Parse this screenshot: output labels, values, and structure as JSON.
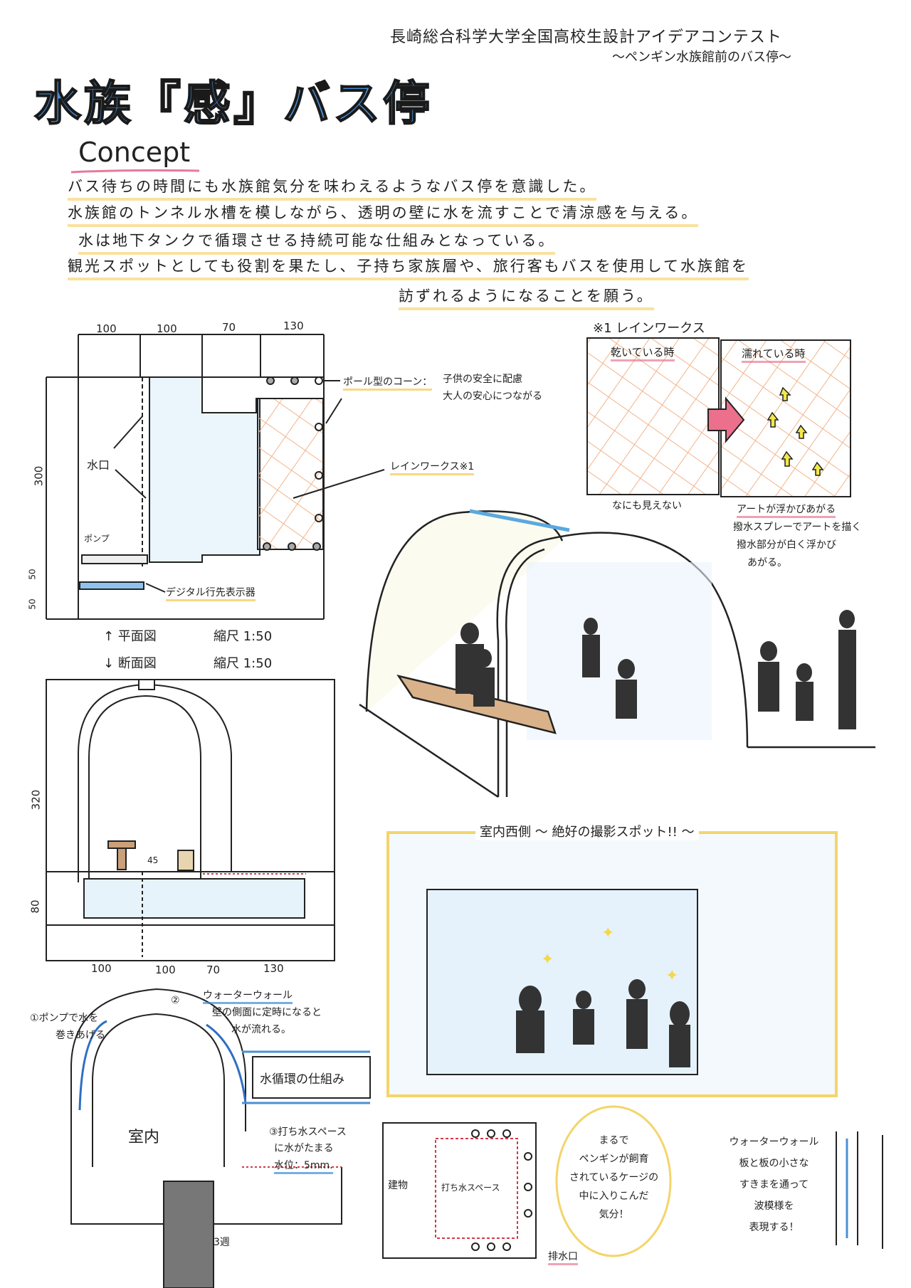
{
  "header": {
    "contest": "長崎総合科学大学全国高校生設計アイデアコンテスト",
    "subtitle": "〜ペンギン水族館前のバス停〜"
  },
  "title": "水族『感』バス停",
  "concept": {
    "heading": "Concept",
    "lines": [
      "バス待ちの時間にも水族館気分を味わえるようなバス停を意識した。",
      "水族館のトンネル水槽を模しながら、透明の壁に水を流すことで清涼感を与える。",
      "水は地下タンクで循環させる持続可能な仕組みとなっている。",
      "観光スポットとしても役割を果たし、子持ち家族層や、旅行客もバスを使用して水族館を",
      "訪ずれるようになることを願う。"
    ]
  },
  "plan": {
    "dims_top": [
      "100",
      "100",
      "70",
      "130"
    ],
    "dim_left": "300",
    "dims_left_small": [
      "50",
      "50"
    ],
    "labels": {
      "water_outlet": "水口",
      "pump": "ポンプ",
      "pole_cone": "ポール型のコーン：",
      "pole_cone_note1": "子供の安全に配慮",
      "pole_cone_note2": "大人の安心につながる",
      "rainworks": "レインワークス※1",
      "display": "デジタル行先表示器"
    },
    "caption": "↑ 平面図",
    "scale": "縮尺 1:50"
  },
  "section": {
    "caption": "↓ 断面図",
    "scale": "縮尺 1:50",
    "dim_left_top": "320",
    "dim_left_bottom": "80",
    "dim_bench": "45",
    "dims_bottom": [
      "100",
      "100",
      "70",
      "130"
    ]
  },
  "rainworks": {
    "title": "※1 レインワークス",
    "dry_label": "乾いている時",
    "wet_label": "濡れている時",
    "dry_caption": "なにも見えない",
    "wet_caption": "アートが浮かびあがる",
    "wet_note1": "撥水スプレーでアートを描く",
    "wet_note2": "撥水部分が白く浮かび",
    "wet_note3": "あがる。"
  },
  "photo_spot": {
    "title": "室内西側 〜 絶好の撮影スポット!! 〜"
  },
  "circulation": {
    "box_title": "水循環の仕組み",
    "step1": "①ポンプで水を",
    "step1b": "巻きあげる",
    "step2_num": "②",
    "step2_title": "ウォーターウォール",
    "step2_line1": "壁の側面に定時になると",
    "step2_line2": "水が流れる。",
    "step3": "③打ち水スペース",
    "step3b": "に水がたまる",
    "step3c": "水位：5mm.",
    "indoor": "室内",
    "gap": "3週"
  },
  "splash_plan": {
    "building": "建物",
    "space": "打ち水スペース",
    "drain": "排水口"
  },
  "bubble": {
    "lines": [
      "まるで",
      "ペンギンが飼育",
      "されているケージの",
      "中に入りこんだ",
      "気分！"
    ]
  },
  "waterwall_note": {
    "lines": [
      "ウォーターウォール",
      "板と板の小さな",
      "すきまを通って",
      "波模様を",
      "表現する！"
    ]
  }
}
